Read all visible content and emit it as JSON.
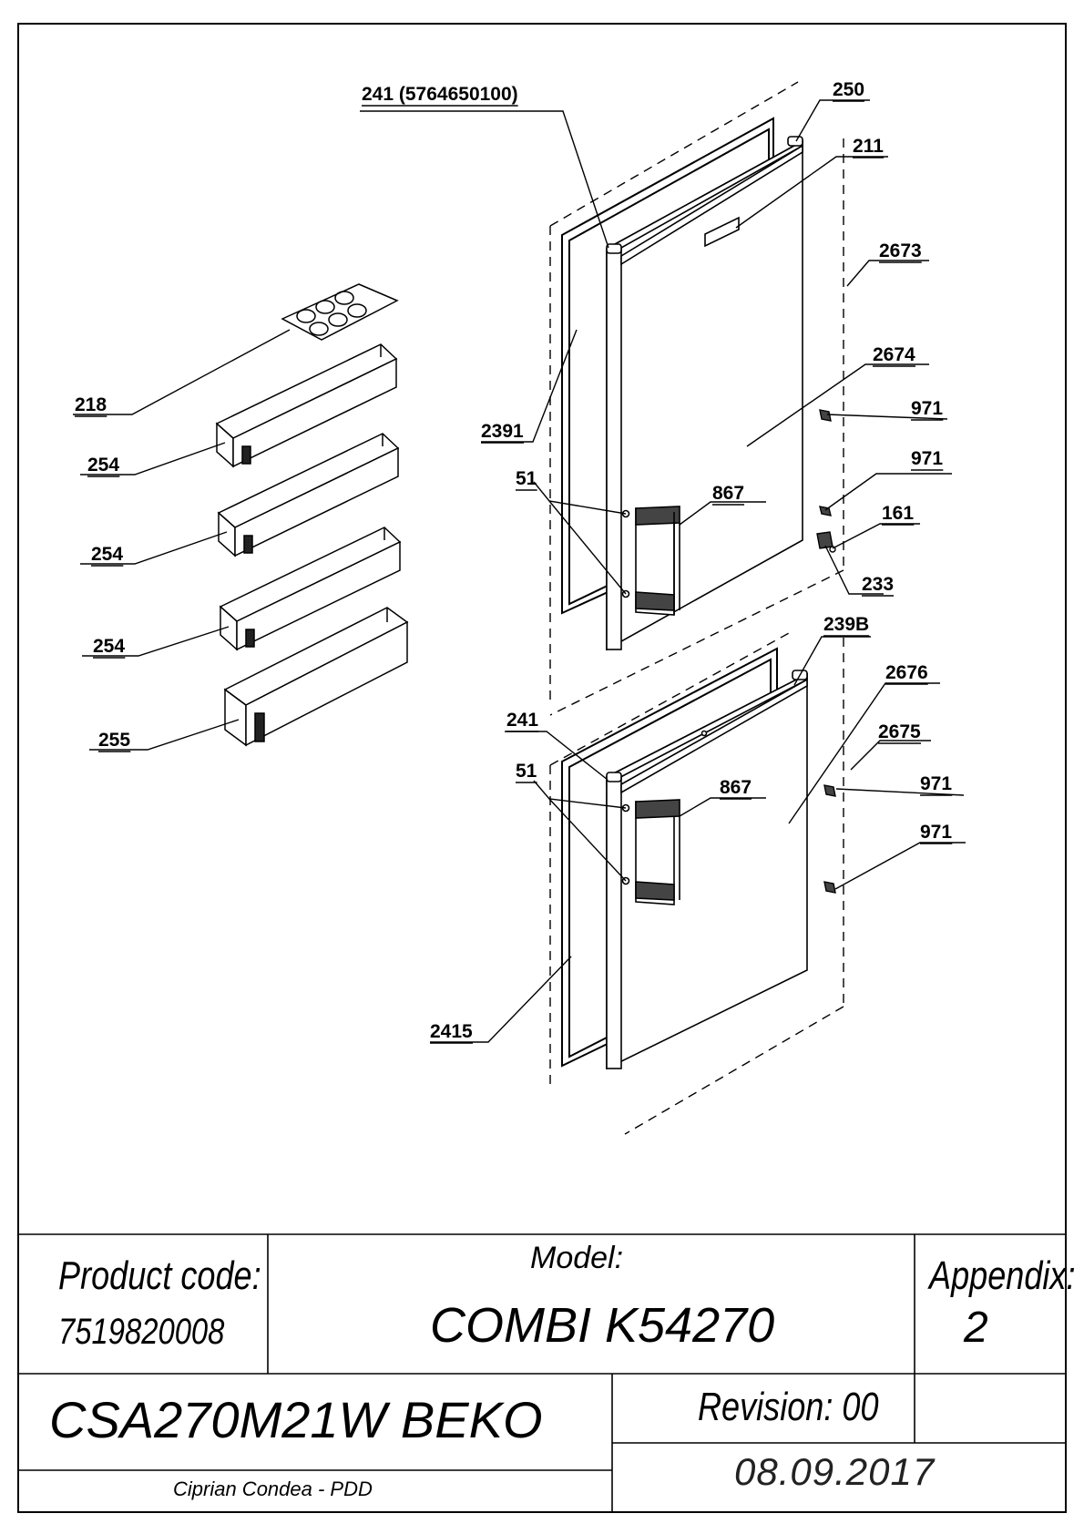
{
  "callouts": {
    "c241a": "241 (5764650100)",
    "c250": "250",
    "c211": "211",
    "c2673": "2673",
    "c2674": "2674",
    "c971a": "971",
    "c971b": "971",
    "c161": "161",
    "c233": "233",
    "c218": "218",
    "c254a": "254",
    "c254b": "254",
    "c254c": "254",
    "c255": "255",
    "c2391": "2391",
    "c51a": "51",
    "c867a": "867",
    "c239B": "239B",
    "c2676": "2676",
    "c241b": "241",
    "c2675": "2675",
    "c51b": "51",
    "c867b": "867",
    "c971c": "971",
    "c971d": "971",
    "c2415": "2415"
  },
  "title_block": {
    "product_code_label": "Product code:",
    "product_code": "7519820008",
    "model_label": "Model:",
    "model": "COMBI K54270",
    "appendix_label": "Appendix:",
    "appendix": "2",
    "product_name": "CSA270M21W BEKO",
    "revision": "Revision: 00",
    "author": "Ciprian Condea - PDD",
    "date": "08.09.2017"
  }
}
